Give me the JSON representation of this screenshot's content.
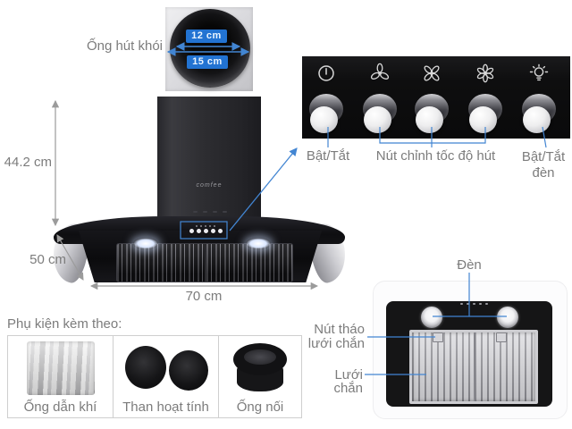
{
  "colors": {
    "annotation_blue": "#4285d2",
    "label_gray": "#7c7c7c",
    "badge_blue": "#2273d2"
  },
  "duct": {
    "label": "Ống hút khói",
    "inner_diameter": "12 cm",
    "outer_diameter": "15 cm"
  },
  "dimensions": {
    "height": "44.2 cm",
    "depth": "50 cm",
    "width": "70 cm"
  },
  "product": {
    "brand": "comfee"
  },
  "control_panel": {
    "knob_icons": [
      "power-icon",
      "fan-speed-1-icon",
      "fan-speed-2-icon",
      "fan-speed-3-icon",
      "light-icon"
    ],
    "power_label": "Bật/Tắt",
    "speed_label": "Nút chỉnh tốc độ hút",
    "light_label_line1": "Bật/Tắt",
    "light_label_line2": "đèn"
  },
  "bottom_view": {
    "light_label": "Đèn",
    "release_label_line1": "Nút tháo",
    "release_label_line2": "lưới chắn",
    "filter_label": "Lưới chắn"
  },
  "accessories": {
    "title": "Phụ kiện kèm theo:",
    "items": [
      {
        "label": "Ống dẫn khí"
      },
      {
        "label": "Than hoạt tính"
      },
      {
        "label": "Ống nối"
      }
    ]
  }
}
